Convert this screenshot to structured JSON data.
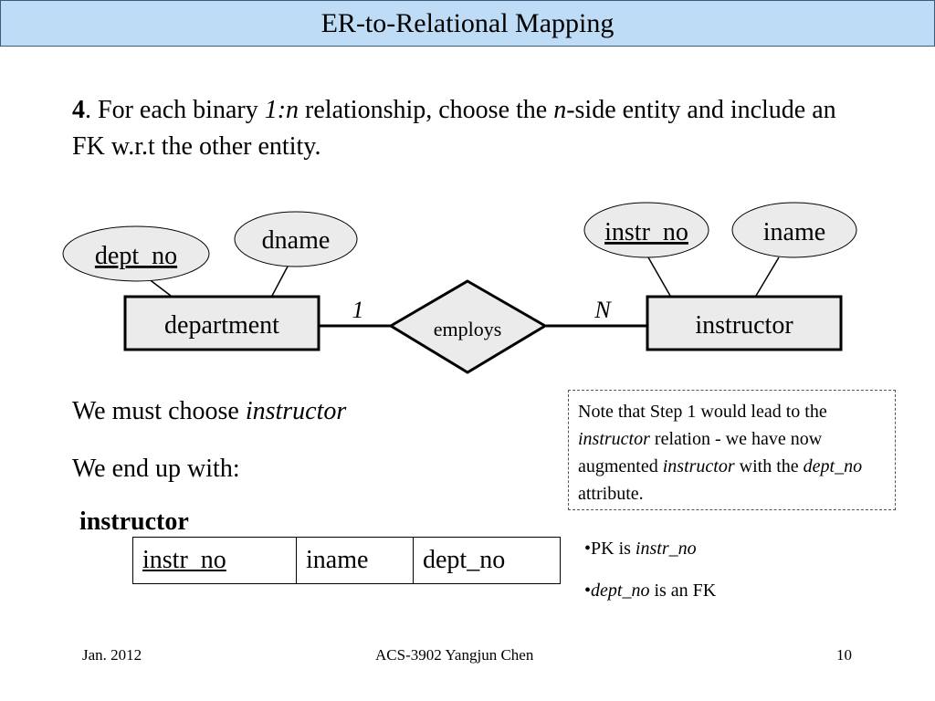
{
  "slide": {
    "title": "ER-to-Relational Mapping",
    "rule": {
      "number": "4",
      "part1": ". For each binary ",
      "ratio": "1:n",
      "part2": " relationship, choose the ",
      "nside": "n",
      "part3": "-side entity and include an FK w.r.t the other entity."
    },
    "diagram": {
      "entity_left": "department",
      "entity_right": "instructor",
      "relationship": "employs",
      "card_left": "1",
      "card_right": "N",
      "attr_dept_no": "dept_no",
      "attr_dname": "dname",
      "attr_instr_no": "instr_no",
      "attr_iname": "iname"
    },
    "choose_text": "We must choose ",
    "choose_entity": "instructor",
    "end_text": "We end up with:",
    "relation": {
      "name": "instructor",
      "columns": [
        "instr_no",
        "iname",
        "dept_no"
      ]
    },
    "note": {
      "p1": "Note that Step 1 would lead to the ",
      "e1": "instructor",
      "p2": " relation - we have now augmented ",
      "e2": "instructor",
      "p3": " with the ",
      "e3": "dept_no",
      "p4": " attribute."
    },
    "bullets": {
      "b1_prefix": "•PK is ",
      "b1_value": "instr_no",
      "b2_prefix": "•",
      "b2_value": "dept_no",
      "b2_suffix": " is an FK"
    },
    "footer": {
      "date": "Jan. 2012",
      "course": "ACS-3902 Yangjun Chen",
      "page": "10"
    },
    "colors": {
      "title_bg": "#bfdcf6",
      "shape_fill": "#ebebeb"
    }
  }
}
